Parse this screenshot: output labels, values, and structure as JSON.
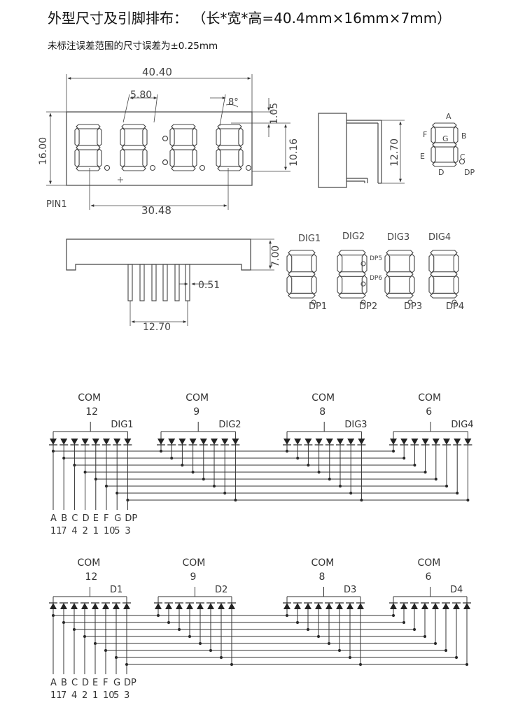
{
  "header": {
    "title": "外型尺寸及引脚排布：  （长*宽*高=40.4mm×16mm×7mm）",
    "note": "未标注误差范围的尺寸误差为±0.25mm"
  },
  "front_view": {
    "dim_width": "40.40",
    "dim_digit_width": "5.80",
    "dim_slant": "8°",
    "dim_top": "1.05",
    "dim_height": "16.00",
    "dim_digit_height": "10.16",
    "dim_pin_span": "30.48",
    "pin1_label": "PIN1"
  },
  "side_view": {
    "dim_pin_row": "12.70"
  },
  "segment_map": {
    "labels": {
      "a": "A",
      "b": "B",
      "c": "C",
      "d": "D",
      "e": "E",
      "f": "F",
      "g": "G",
      "dp": "DP"
    }
  },
  "bottom_view": {
    "dim_height": "7.00",
    "dim_pin_width": "0.51",
    "dim_pin_span": "12.70"
  },
  "digit_labels": {
    "dig": [
      "DIG1",
      "DIG2",
      "DIG3",
      "DIG4"
    ],
    "dp": [
      "DP1",
      "DP2",
      "DP3",
      "DP4"
    ],
    "colon_top": "DP5",
    "colon_bottom": "DP6"
  },
  "circuit_cathode": {
    "com_label": "COM",
    "groups": [
      {
        "com_pin": "12",
        "digit": "DIG1"
      },
      {
        "com_pin": "9",
        "digit": "DIG2"
      },
      {
        "com_pin": "8",
        "digit": "DIG3"
      },
      {
        "com_pin": "6",
        "digit": "DIG4"
      }
    ],
    "segments": [
      "A",
      "B",
      "C",
      "D",
      "E",
      "F",
      "G",
      "DP"
    ],
    "segment_pins": [
      "11",
      "7",
      "4",
      "2",
      "1",
      "10",
      "5",
      "3"
    ]
  },
  "circuit_anode": {
    "com_label": "COM",
    "groups": [
      {
        "com_pin": "12",
        "digit": "D1"
      },
      {
        "com_pin": "9",
        "digit": "D2"
      },
      {
        "com_pin": "8",
        "digit": "D3"
      },
      {
        "com_pin": "6",
        "digit": "D4"
      }
    ],
    "segments": [
      "A",
      "B",
      "C",
      "D",
      "E",
      "F",
      "G",
      "DP"
    ],
    "segment_pins": [
      "11",
      "7",
      "4",
      "2",
      "1",
      "10",
      "5",
      "3"
    ]
  }
}
